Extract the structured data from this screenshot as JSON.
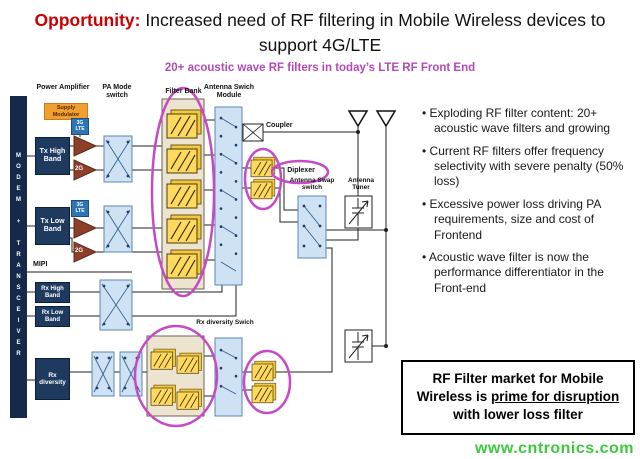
{
  "title": {
    "highlight": "Opportunity:",
    "rest": " Increased need of RF filtering in Mobile Wireless devices to support 4G/LTE"
  },
  "subtitle": "20+ acoustic wave RF filters in today’s LTE RF Front End",
  "diagram": {
    "modem_bar": "MODEM + TRANSCEIVER",
    "columns": {
      "power_amplifier": "Power Amplifier",
      "pa_mode_switch": "PA Mode switch",
      "filter_bank": "Filter Bank",
      "antenna_switch_module": "Antenna Swich Module"
    },
    "blocks": {
      "supply_modulator": "Supply Modulator",
      "tx_high_band": "Tx High Band",
      "tx_low_band": "Tx Low Band",
      "mipi": "MIPI",
      "rx_high_band": "Rx High Band",
      "rx_low_band": "Rx Low Band",
      "rx_diversity": "Rx diversity",
      "rx_diversity_switch": "Rx diversity Swich",
      "coupler": "Coupler",
      "diplexer": "Diplexer",
      "antenna_swap_switch": "Antenna Swap switch",
      "antenna_tuner": "Antenna Tuner",
      "amp_3g_lte": "3G LTE",
      "amp_2g": "2G"
    }
  },
  "bullets": [
    "Exploding RF filter content: 20+ acoustic wave filters and growing",
    "Current RF filters offer frequency selectivity with severe penalty (50% loss)",
    "Excessive power loss driving PA requirements, size and cost of Frontend",
    "Acoustic wave filter is now the performance differentiator in the Front-end"
  ],
  "callout": {
    "pre": "RF Filter market for Mobile Wireless is ",
    "underlined": "prime for disruption",
    "post": " with lower loss filter"
  },
  "watermark": "www.cntronics.com",
  "colors": {
    "accent_red": "#cc0000",
    "magenta": "#c649c6",
    "navy_block": "#1e3a5f",
    "orange": "#f0a030",
    "filter_yellow": "#ffd95e",
    "switch_blue": "#cfe2f3",
    "green_watermark": "#3cc93c"
  }
}
